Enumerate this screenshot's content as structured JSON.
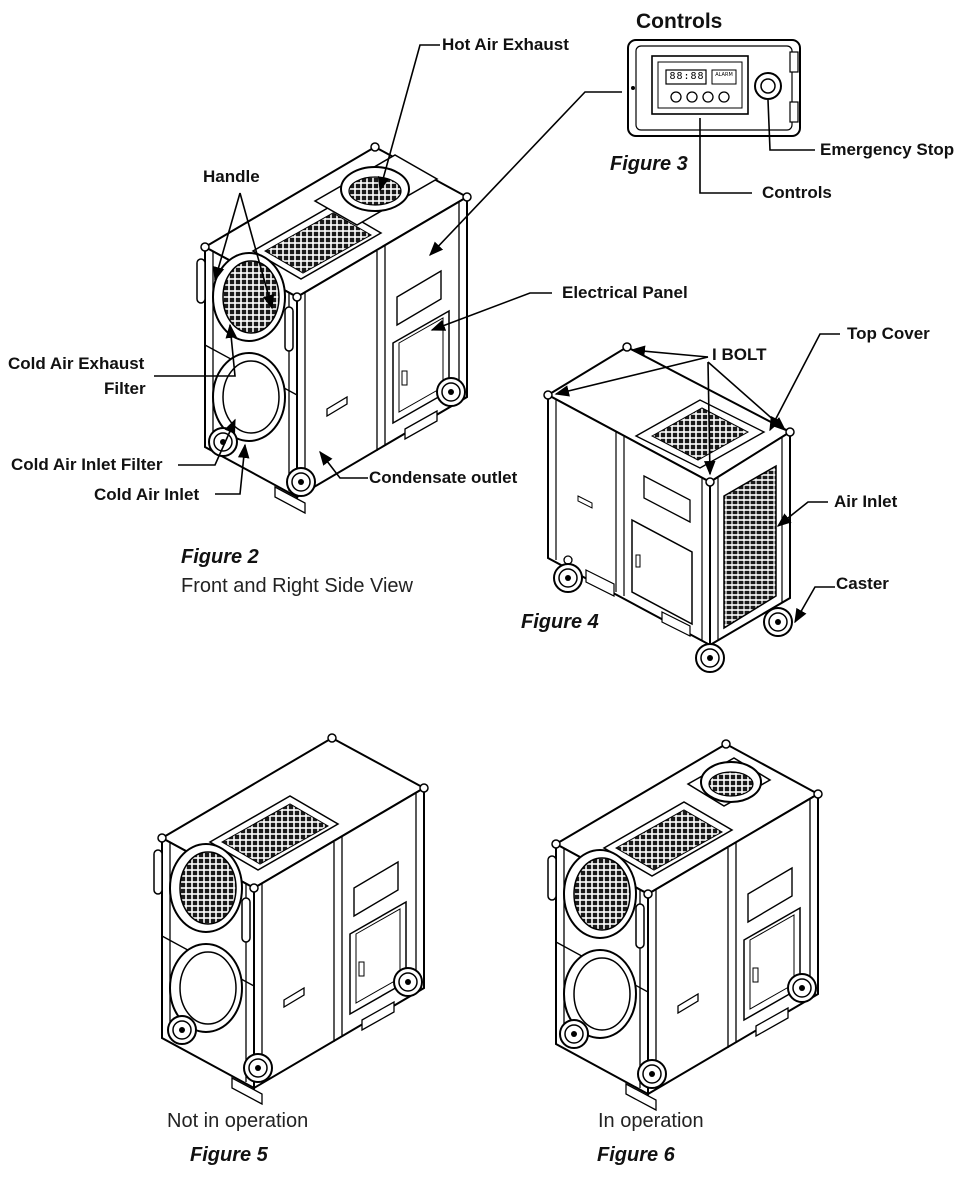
{
  "figure2": {
    "title": "Figure 2",
    "caption": "Front and Right Side View",
    "labels": {
      "hot_air_exhaust": "Hot Air Exhaust",
      "handle": "Handle",
      "electrical_panel": "Electrical Panel",
      "cold_air_exhaust_line1": "Cold Air Exhaust",
      "cold_air_exhaust_line2": "Filter",
      "cold_air_inlet_filter": "Cold Air Inlet Filter",
      "cold_air_inlet": "Cold Air Inlet",
      "condensate_outlet": "Condensate outlet"
    }
  },
  "figure3": {
    "title": "Figure 3",
    "heading": "Controls",
    "display_readout": "88:88",
    "alarm_text": "ALARM",
    "labels": {
      "emergency_stop": "Emergency Stop",
      "controls": "Controls"
    }
  },
  "figure4": {
    "title": "Figure 4",
    "labels": {
      "top_cover": "Top Cover",
      "i_bolt": "I BOLT",
      "air_inlet": "Air Inlet",
      "caster": "Caster"
    }
  },
  "figure5": {
    "title": "Figure 5",
    "caption": "Not in operation"
  },
  "figure6": {
    "title": "Figure 6",
    "caption": "In operation"
  }
}
